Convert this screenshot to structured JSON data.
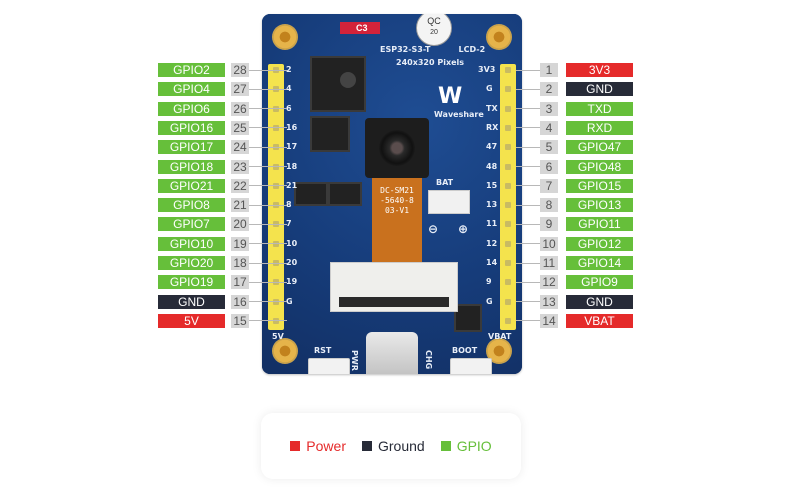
{
  "colors": {
    "power": "#e52a2a",
    "ground": "#272b38",
    "gpio": "#66bf3a"
  },
  "left_pins": [
    {
      "num": "28",
      "label": "GPIO2",
      "type": "gpio",
      "silk": "2"
    },
    {
      "num": "27",
      "label": "GPIO4",
      "type": "gpio",
      "silk": "4"
    },
    {
      "num": "26",
      "label": "GPIO6",
      "type": "gpio",
      "silk": "6"
    },
    {
      "num": "25",
      "label": "GPIO16",
      "type": "gpio",
      "silk": "16"
    },
    {
      "num": "24",
      "label": "GPIO17",
      "type": "gpio",
      "silk": "17"
    },
    {
      "num": "23",
      "label": "GPIO18",
      "type": "gpio",
      "silk": "18"
    },
    {
      "num": "22",
      "label": "GPIO21",
      "type": "gpio",
      "silk": "21"
    },
    {
      "num": "21",
      "label": "GPIO8",
      "type": "gpio",
      "silk": "8"
    },
    {
      "num": "20",
      "label": "GPIO7",
      "type": "gpio",
      "silk": "7"
    },
    {
      "num": "19",
      "label": "GPIO10",
      "type": "gpio",
      "silk": "10"
    },
    {
      "num": "18",
      "label": "GPIO20",
      "type": "gpio",
      "silk": "20"
    },
    {
      "num": "17",
      "label": "GPIO19",
      "type": "gpio",
      "silk": "19"
    },
    {
      "num": "16",
      "label": "GND",
      "type": "ground",
      "silk": "G"
    },
    {
      "num": "15",
      "label": "5V",
      "type": "power",
      "silk": ""
    }
  ],
  "right_pins": [
    {
      "num": "1",
      "label": "3V3",
      "type": "power",
      "silk": "3V3"
    },
    {
      "num": "2",
      "label": "GND",
      "type": "ground",
      "silk": "G"
    },
    {
      "num": "3",
      "label": "TXD",
      "type": "gpio",
      "silk": "TX"
    },
    {
      "num": "4",
      "label": "RXD",
      "type": "gpio",
      "silk": "RX"
    },
    {
      "num": "5",
      "label": "GPIO47",
      "type": "gpio",
      "silk": "47"
    },
    {
      "num": "6",
      "label": "GPIO48",
      "type": "gpio",
      "silk": "48"
    },
    {
      "num": "7",
      "label": "GPIO15",
      "type": "gpio",
      "silk": "15"
    },
    {
      "num": "8",
      "label": "GPIO13",
      "type": "gpio",
      "silk": "13"
    },
    {
      "num": "9",
      "label": "GPIO11",
      "type": "gpio",
      "silk": "11"
    },
    {
      "num": "10",
      "label": "GPIO12",
      "type": "gpio",
      "silk": "12"
    },
    {
      "num": "11",
      "label": "GPIO14",
      "type": "gpio",
      "silk": "14"
    },
    {
      "num": "12",
      "label": "GPIO9",
      "type": "gpio",
      "silk": "9"
    },
    {
      "num": "13",
      "label": "GND",
      "type": "ground",
      "silk": "G"
    },
    {
      "num": "14",
      "label": "VBAT",
      "type": "power",
      "silk": ""
    }
  ],
  "board": {
    "model_prefix": "ESP32-S3-T",
    "model_suffix": "LCD-2",
    "resolution": "240x320 Pixels",
    "brand": "Waveshare",
    "sticker_c3": "C3",
    "qc_top": "QC",
    "qc_bottom": "20",
    "camera_flex": [
      "DC-SM21",
      "-5640-8",
      "03-V1"
    ],
    "bat_label": "BAT",
    "left_bottom_label": "5V",
    "right_bottom_label": "VBAT",
    "rst_label": "RST",
    "pwr_label": "PWR",
    "chg_label": "CHG",
    "boot_label": "BOOT"
  },
  "legend": [
    {
      "label": "Power",
      "type": "power"
    },
    {
      "label": "Ground",
      "type": "ground"
    },
    {
      "label": "GPIO",
      "type": "gpio"
    }
  ]
}
